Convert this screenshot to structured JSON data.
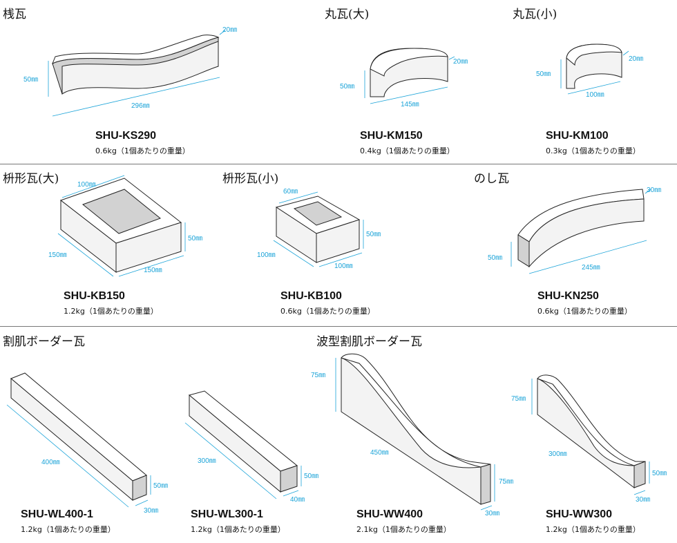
{
  "sections": {
    "s1": "桟瓦",
    "s2": "丸瓦(大)",
    "s3": "丸瓦(小)",
    "s4": "枡形瓦(大)",
    "s5": "枡形瓦(小)",
    "s6": "のし瓦",
    "s7": "割肌ボーダー瓦",
    "s8": "波型割肌ボーダー瓦"
  },
  "products": [
    {
      "code": "SHU-KS290",
      "weight": "0.6kg（1個あたりの重量）",
      "dims": {
        "a": "20㎜",
        "b": "50㎜",
        "c": "296㎜"
      }
    },
    {
      "code": "SHU-KM150",
      "weight": "0.4kg（1個あたりの重量）",
      "dims": {
        "a": "20㎜",
        "b": "50㎜",
        "c": "145㎜"
      }
    },
    {
      "code": "SHU-KM100",
      "weight": "0.3kg（1個あたりの重量）",
      "dims": {
        "a": "20㎜",
        "b": "50㎜",
        "c": "100㎜"
      }
    },
    {
      "code": "SHU-KB150",
      "weight": "1.2kg（1個あたりの重量）",
      "dims": {
        "a": "100㎜",
        "b": "50㎜",
        "c": "150㎜",
        "d": "150㎜"
      }
    },
    {
      "code": "SHU-KB100",
      "weight": "0.6kg（1個あたりの重量）",
      "dims": {
        "a": "60㎜",
        "b": "50㎜",
        "c": "100㎜",
        "d": "100㎜"
      }
    },
    {
      "code": "SHU-KN250",
      "weight": "0.6kg（1個あたりの重量）",
      "dims": {
        "a": "30㎜",
        "b": "50㎜",
        "c": "245㎜"
      }
    },
    {
      "code": "SHU-WL400-1",
      "weight": "1.2kg（1個あたりの重量）",
      "dims": {
        "a": "400㎜",
        "b": "50㎜",
        "c": "30㎜"
      }
    },
    {
      "code": "SHU-WL300-1",
      "weight": "1.2kg（1個あたりの重量）",
      "dims": {
        "a": "300㎜",
        "b": "50㎜",
        "c": "40㎜"
      }
    },
    {
      "code": "SHU-WW400",
      "weight": "2.1kg（1個あたりの重量）",
      "dims": {
        "a": "75㎜",
        "b": "450㎜",
        "c": "75㎜",
        "d": "30㎜"
      }
    },
    {
      "code": "SHU-WW300",
      "weight": "1.2kg（1個あたりの重量）",
      "dims": {
        "a": "75㎜",
        "b": "300㎜",
        "c": "50㎜",
        "d": "30㎜"
      }
    }
  ]
}
